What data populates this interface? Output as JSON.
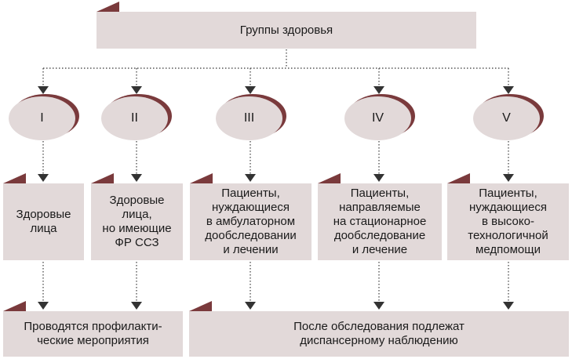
{
  "header": {
    "title": "Группы здоровья"
  },
  "groups": [
    {
      "numeral": "I",
      "description": "Здоровые\nлица"
    },
    {
      "numeral": "II",
      "description": "Здоровые\nлица,\nно имеющие\nФР ССЗ"
    },
    {
      "numeral": "III",
      "description": "Пациенты,\nнуждающиеся\nв амбулаторном\nдообследовании\nи лечении"
    },
    {
      "numeral": "IV",
      "description": "Пациенты,\nнаправляемые\nна стационарное\nдообследование\nи лечение"
    },
    {
      "numeral": "V",
      "description": "Пациенты,\nнуждающиеся\nв высоко-\nтехнологичной\nмедпомощи"
    }
  ],
  "outcomes": [
    {
      "text": "Проводятся профилакти-\nческие мероприятия",
      "applies_to": [
        "I",
        "II"
      ]
    },
    {
      "text": "После обследования подлежат\nдиспансерному наблюдению",
      "applies_to": [
        "III",
        "IV",
        "V"
      ]
    }
  ],
  "colors": {
    "box_fill": "#e2d9d9",
    "accent": "#7a3a3c",
    "arrow": "#333333",
    "connector": "#555555"
  }
}
